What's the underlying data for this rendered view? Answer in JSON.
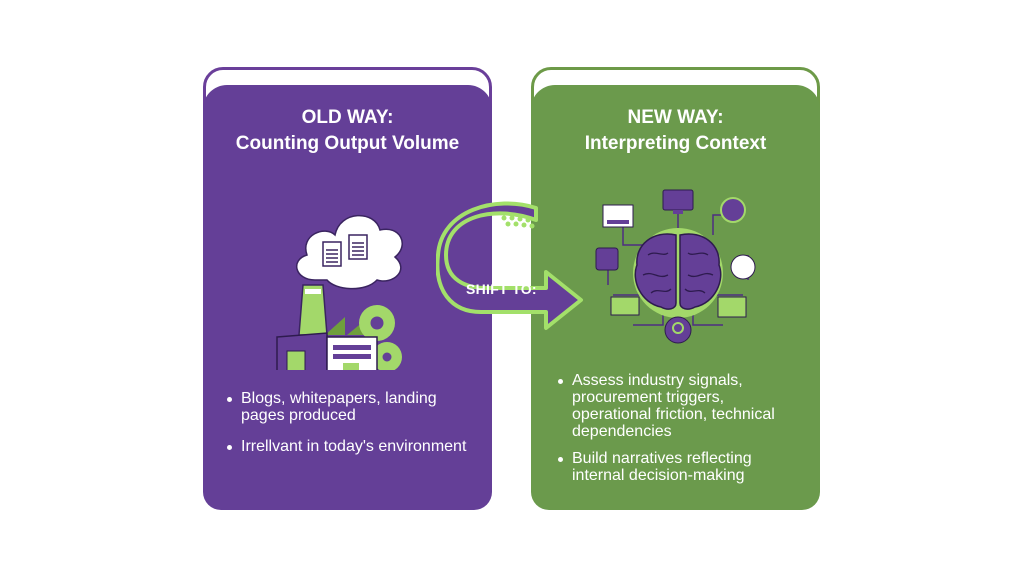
{
  "old_way": {
    "title_line1": "OLD WAY:",
    "title_line2": "Counting Output Volume",
    "color": "#643f97",
    "illustration": "factory-producing-documents-icon",
    "bullets": [
      "Blogs, whitepapers, landing pages produced",
      "Irrellvant in today's environment"
    ]
  },
  "shift": {
    "label": "SHIFT TO:",
    "icon": "curved-arrow-right-icon",
    "accent": "#a3e06a"
  },
  "new_way": {
    "title_line1": "NEW WAY:",
    "title_line2": "Interpreting Context",
    "color": "#6b9a4c",
    "illustration": "brain-network-icon",
    "bullets": [
      "Assess industry signals, procurement triggers, operational friction, technical dependencies",
      "Build narratives reflecting internal decision-making"
    ]
  }
}
